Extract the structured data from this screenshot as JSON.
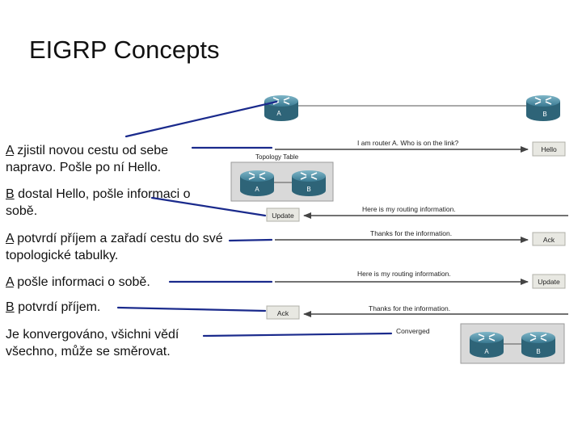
{
  "title": "EIGRP Concepts",
  "steps": [
    {
      "actor": "A",
      "text": " zjistil novou cestu od sebe napravo. Pošle po ní Hello."
    },
    {
      "actor": "B",
      "text": " dostal Hello, pošle informaci o sobě."
    },
    {
      "actor": "A",
      "text": " potvrdí příjem a zařadí cestu do své topologické tabulky."
    },
    {
      "actor": "A",
      "text": " pošle informaci o sobě."
    },
    {
      "actor": "B",
      "text": " potvrdí příjem."
    },
    {
      "actor": "",
      "text": "Je konvergováno, všichni vědí všechno, může se směrovat."
    }
  ],
  "diagram": {
    "routers": {
      "a": "A",
      "b": "B"
    },
    "topology_table_label": "Topology Table",
    "messages": [
      {
        "text": "I am router A. Who is on the link?",
        "packet": "Hello"
      },
      {
        "text": "Here is my routing information.",
        "packet": "Update"
      },
      {
        "text": "Thanks for the information.",
        "packet": "Ack"
      },
      {
        "text": "Here is my routing information.",
        "packet": "Update"
      },
      {
        "text": "Thanks for the information.",
        "packet": "Ack"
      }
    ],
    "converged_label": "Converged"
  },
  "colors": {
    "router_fill": "#4a8fa6",
    "router_dark": "#2e6478",
    "pointer_line": "#1a2a8c",
    "message_arrow": "#444444",
    "packet_fill": "#e8e8e2",
    "table_box": "#d9d9d9"
  }
}
